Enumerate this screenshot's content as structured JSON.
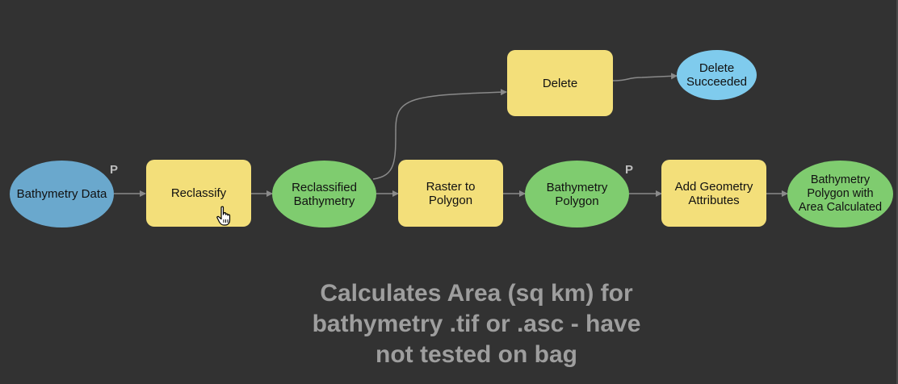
{
  "nodes": {
    "bathymetry_data": "Bathymetry Data",
    "reclassify": "Reclassify",
    "reclassified_bathymetry": "Reclassified\nBathymetry",
    "delete": "Delete",
    "delete_succeeded": "Delete\nSucceeded",
    "raster_to_polygon": "Raster to\nPolygon",
    "bathymetry_polygon": "Bathymetry\nPolygon",
    "add_geometry_attributes": "Add Geometry\nAttributes",
    "bathymetry_polygon_area": "Bathymetry\nPolygon with\nArea Calculated"
  },
  "parameter_tag": "P",
  "caption": "Calculates Area (sq km) for\nbathymetry .tif or .asc - have\nnot tested on bag",
  "colors": {
    "background": "#323232",
    "tool": "#f3df7a",
    "input": "#6aa8cd",
    "derived": "#7fcc6f",
    "output": "#7fcbed",
    "connector": "#8a8a8a",
    "caption": "#9e9e9e"
  }
}
